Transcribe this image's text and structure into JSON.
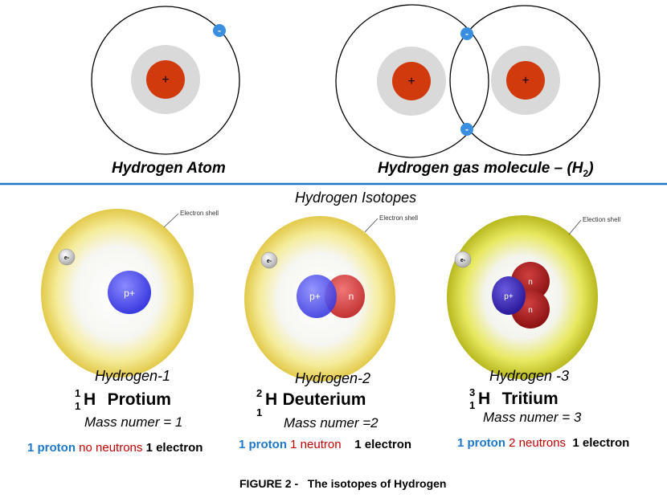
{
  "top": {
    "atom_label": "Hydrogen Atom",
    "molecule_label": "Hydrogen gas molecule – (H",
    "molecule_sub": "2",
    "molecule_close": ")",
    "nucleus_sign": "+",
    "electron_sign": "-"
  },
  "isotopes_title": "Hydrogen Isotopes",
  "isotopes": [
    {
      "title": "Hydrogen-1",
      "mass": "1",
      "atomic": "1",
      "symbol": "H",
      "name": "Protium",
      "mass_text": "Mass numer  = 1",
      "protons": "1 proton",
      "neutrons": "no neutrons",
      "electrons": "1 electron",
      "shell_label": "Electron shell",
      "electron": "e-",
      "particles": [
        "p+"
      ]
    },
    {
      "title": "Hydrogen-2",
      "mass": "2",
      "atomic": "1",
      "symbol": "H",
      "name": "Deuterium",
      "mass_text": "Mass numer  =2",
      "protons": "1 proton",
      "neutrons": "1 neutron",
      "electrons": "1 electron",
      "shell_label": "Electron shell",
      "electron": "e-",
      "particles": [
        "p+",
        "n"
      ]
    },
    {
      "title": "Hydrogen -3",
      "mass": "3",
      "atomic": "1",
      "symbol": "H",
      "name": "Tritium",
      "mass_text": "Mass numer  = 3",
      "protons": "1 proton",
      "neutrons": "2 neutrons",
      "electrons": "1 electron",
      "shell_label": "Election shell",
      "electron": "e-",
      "particles": [
        "p+",
        "n",
        "n"
      ]
    }
  ],
  "caption": "FIGURE 2 -   The isotopes of Hydrogen",
  "colors": {
    "rule": "#1e78c8",
    "electron": "#3a8ee0",
    "nucleus": "#d03a0c",
    "proton_text": "#1e78c8",
    "neutron_text": "#c00000"
  }
}
